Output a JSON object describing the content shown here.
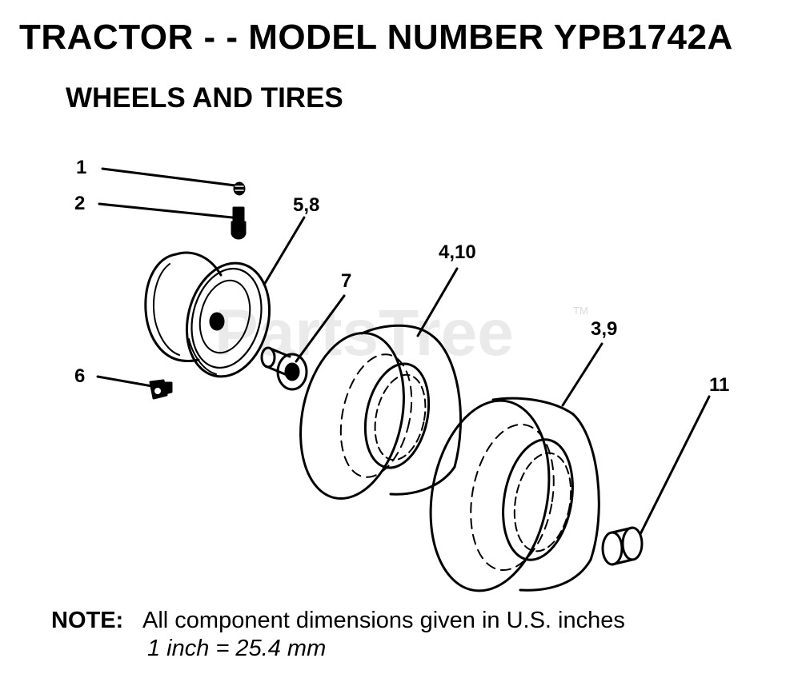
{
  "title": "TRACTOR - - MODEL NUMBER YPB1742A",
  "subtitle": "WHEELS AND TIRES",
  "watermark": "PartsTree",
  "watermark_tm": "TM",
  "callouts": {
    "c1": "1",
    "c2": "2",
    "c58": "5,8",
    "c410": "4,10",
    "c7": "7",
    "c39": "3,9",
    "c6": "6",
    "c11": "11"
  },
  "note": {
    "label": "NOTE:",
    "line1": "All component dimensions given in U.S. inches",
    "line2": "1 inch = 25.4 mm"
  }
}
